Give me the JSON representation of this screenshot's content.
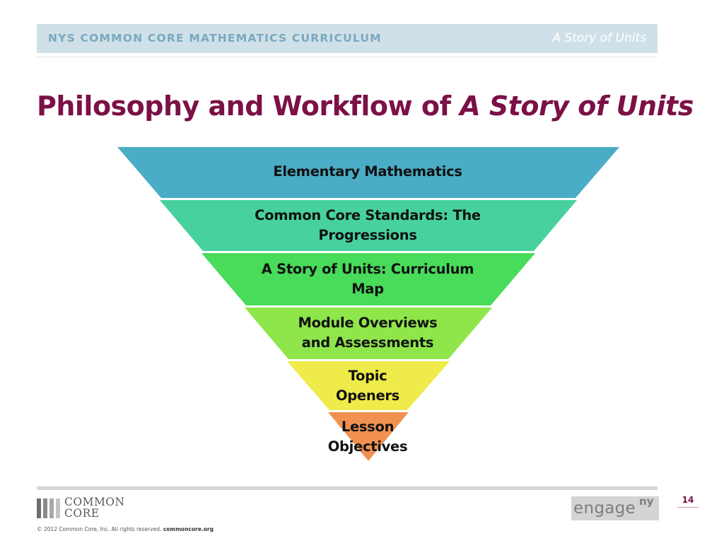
{
  "header": {
    "curriculum": "NYS COMMON CORE MATHEMATICS CURRICULUM",
    "series": "A Story of Units"
  },
  "title": {
    "prefix": "Philosophy and Workflow of ",
    "italic": "A Story of Units"
  },
  "funnel": {
    "layers": [
      {
        "label": "Elementary Mathematics",
        "color": "#4aacc6"
      },
      {
        "label": "Common Core Standards: The Progressions",
        "color": "#47d19e"
      },
      {
        "label": "A Story of Units: Curriculum Map",
        "color": "#49db5a"
      },
      {
        "label": "Module Overviews and Assessments",
        "color": "#8ee64b"
      },
      {
        "label": "Topic Openers",
        "color": "#eeeb4a"
      },
      {
        "label": "Lesson Objectives",
        "color": "#f0914f"
      }
    ]
  },
  "footer": {
    "logo_line1": "COMMON",
    "logo_line2": "CORE",
    "copyright_text": "© 2012 Common Core, Inc. All rights reserved.",
    "copyright_site": "commoncore.org",
    "brand_word": "engage",
    "brand_sup": "ny",
    "page_number": "14"
  }
}
